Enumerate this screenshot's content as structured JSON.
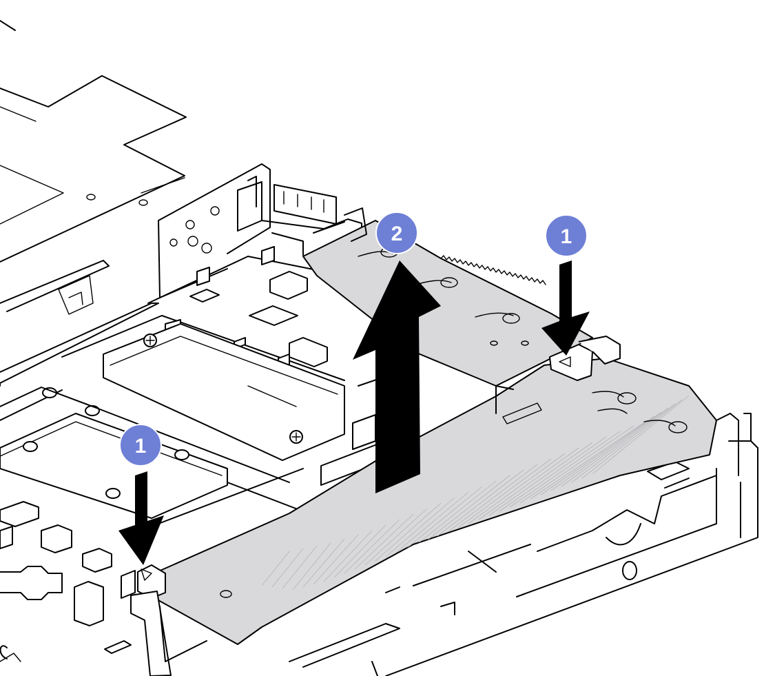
{
  "figure": {
    "callouts": [
      {
        "id": "lower-latch",
        "label": "1",
        "color": "#6e7fd6"
      },
      {
        "id": "upper-latch",
        "label": "1",
        "color": "#6e7fd6"
      },
      {
        "id": "lift-riser",
        "label": "2",
        "color": "#6e7fd6"
      }
    ],
    "arrows": [
      {
        "id": "press-left-latch",
        "direction": "down"
      },
      {
        "id": "press-right-latch",
        "direction": "down"
      },
      {
        "id": "lift-riser-assembly",
        "direction": "up"
      }
    ],
    "colors": {
      "callout": "#6e7fd6",
      "riser_bracket": "#d9d9db",
      "outline": "#000000",
      "arrow": "#000000"
    }
  }
}
